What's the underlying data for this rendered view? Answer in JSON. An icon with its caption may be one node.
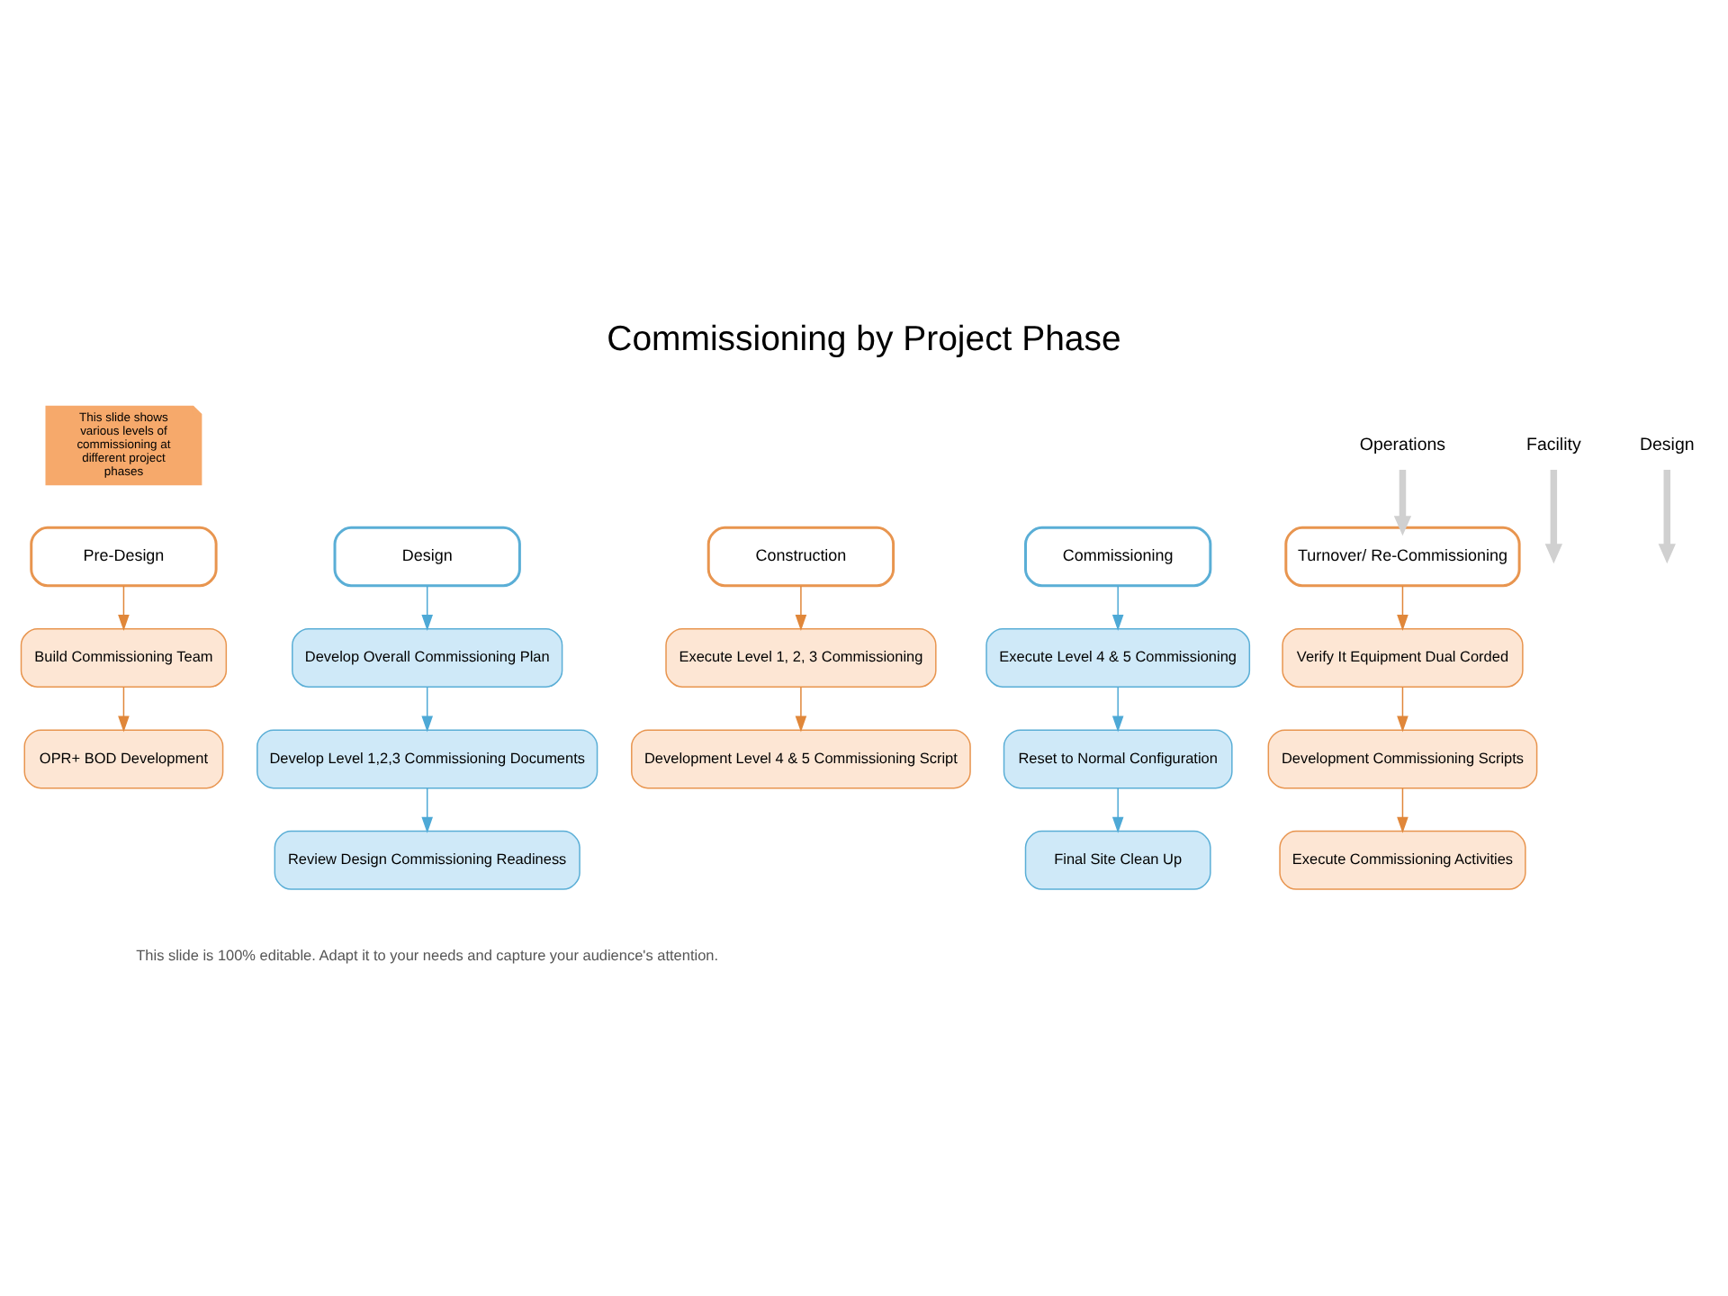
{
  "diagram": {
    "title": "Commissioning by Project Phase",
    "caption": "This slide is 100% editable. Adapt it to your needs and capture your audience's attention.",
    "nodes": [
      {
        "text": [
          "This slide shows various levels of commissioning at different project phases"
        ]
      },
      {
        "text": [
          "Design"
        ]
      },
      {
        "text": [
          "Facility"
        ]
      },
      {
        "text": [
          "Operations"
        ]
      },
      {
        "text": [
          "Pre-Design"
        ]
      },
      {
        "text": [
          "Build Commissioning Team"
        ]
      },
      {
        "text": [
          "OPR+ BOD Development"
        ]
      },
      {
        "text": [
          "Design"
        ]
      },
      {
        "text": [
          "Develop Overall Commissioning Plan"
        ]
      },
      {
        "text": [
          "Develop Level 1,2,3 Commissioning Documents"
        ]
      },
      {
        "text": [
          "Review Design Commissioning Readiness"
        ]
      },
      {
        "text": [
          "Construction"
        ]
      },
      {
        "text": [
          "Execute Level 1, 2, 3 Commissioning"
        ]
      },
      {
        "text": [
          "Development Level 4 & 5 Commissioning Script"
        ]
      },
      {
        "text": [
          "Commissioning"
        ]
      },
      {
        "text": [
          "Execute Level 4 & 5 Commissioning"
        ]
      },
      {
        "text": [
          "Reset to Normal Configuration"
        ]
      },
      {
        "text": [
          "Final Site Clean Up"
        ]
      },
      {
        "text": [
          "Turnover/ Re-Commissioning"
        ]
      },
      {
        "text": [
          "Verify It Equipment Dual Corded"
        ]
      },
      {
        "text": [
          "Development Commissioning Scripts"
        ]
      },
      {
        "text": [
          "Execute Commissioning Activities"
        ]
      }
    ],
    "edges": [
      {
        "from": 1,
        "to": null,
        "arrow": "to",
        "style": "thick",
        "color": "#d0d0d0"
      },
      {
        "from": 2,
        "to": null,
        "arrow": "to",
        "style": "thick",
        "color": "#d0d0d0"
      },
      {
        "from": 3,
        "to": 18,
        "arrow": "to",
        "style": "thick",
        "color": "#d0d0d0"
      },
      {
        "from": 4,
        "to": 5,
        "arrow": "to"
      },
      {
        "from": 5,
        "to": 6,
        "arrow": "to"
      },
      {
        "from": 7,
        "to": 8,
        "arrow": "to",
        "color": "#4ea9d6"
      },
      {
        "from": 8,
        "to": 9,
        "arrow": "to",
        "color": "#4ea9d6"
      },
      {
        "from": 9,
        "to": 10,
        "arrow": "to",
        "color": "#4ea9d6"
      },
      {
        "from": 11,
        "to": 12,
        "arrow": "to"
      },
      {
        "from": 12,
        "to": 13,
        "arrow": "to"
      },
      {
        "from": 14,
        "to": 15,
        "arrow": "to",
        "color": "#4ea9d6"
      },
      {
        "from": 15,
        "to": 16,
        "arrow": "to",
        "color": "#4ea9d6"
      },
      {
        "from": 16,
        "to": 17,
        "arrow": "to",
        "color": "#4ea9d6"
      },
      {
        "from": 18,
        "to": 19,
        "arrow": "to"
      },
      {
        "from": 19,
        "to": 20,
        "arrow": "to"
      },
      {
        "from": 20,
        "to": 21,
        "arrow": "to"
      }
    ]
  }
}
